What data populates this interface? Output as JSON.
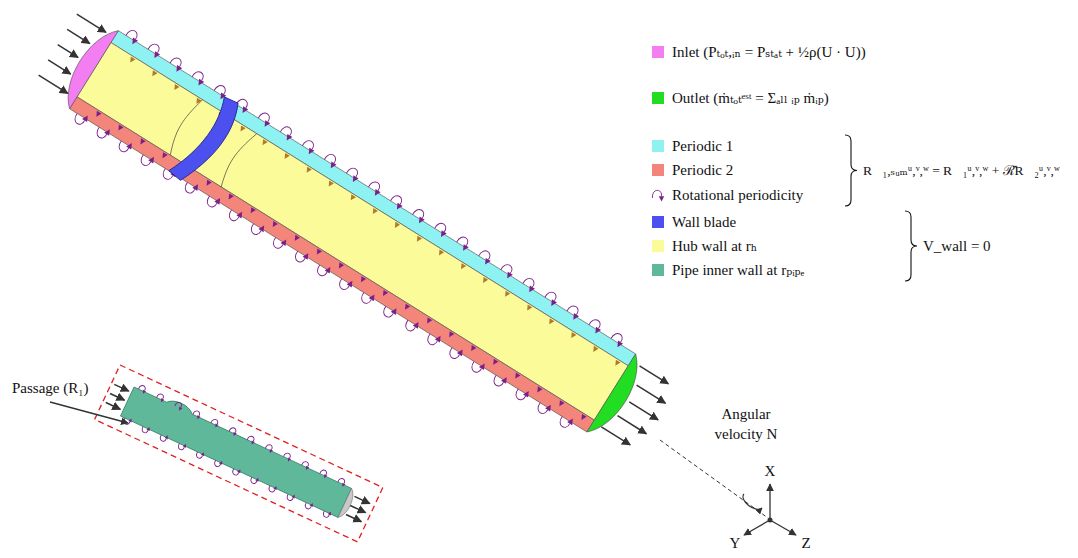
{
  "diagram": {
    "labels": [
      "Passage (R₁)",
      "R⃗₁,ₛᵤₘᵘ,ᵛ,ʷ = R⃗₁ᵘ,ᵛ,ʷ + ℛ̄R⃗₂ᵘ,ᵛ,ʷ",
      "V_wall = 0",
      "Angular velocity N",
      "X",
      "Y",
      "Z"
    ],
    "legend": [
      {
        "text": "Inlet (Pₜₒₜ,ᵢₙ = Pₛₜₐₜ + ½ρ(U · U))",
        "color": "#f27ef2"
      },
      {
        "text": "Outlet (ṁₜₒₜᵉˢᵗ = Σₐₗₗ ᵢₚ ṁᵢₚ)",
        "color": "#22dd22"
      },
      {
        "text": "Periodic 1",
        "color": "#8ff2f2"
      },
      {
        "text": "Periodic 2",
        "color": "#f4857a"
      },
      {
        "text": "Rotational periodicity"
      },
      {
        "text": "Wall blade",
        "color": "#4b50ee"
      },
      {
        "text": "Hub wall at rₕ",
        "color": "#fbfb9a"
      },
      {
        "text": "Pipe inner wall at rₚᵢₚₑ",
        "color": "#5fb89a"
      }
    ]
  }
}
